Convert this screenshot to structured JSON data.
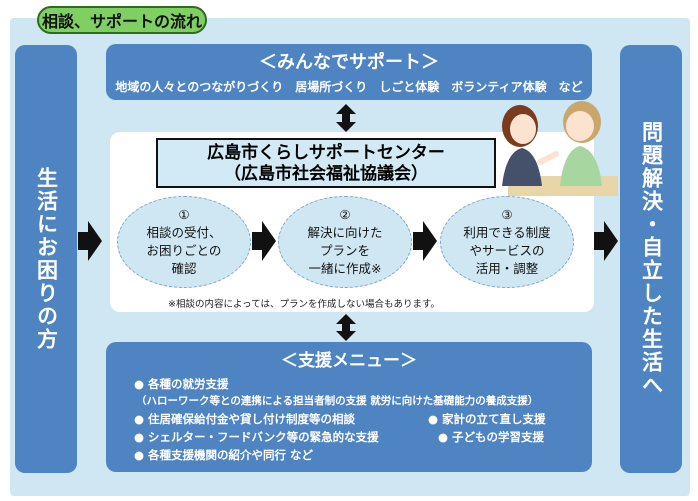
{
  "title_tag": "相談、サポートの流れ",
  "left_label": "生活にお困りの方",
  "right_label": "問題解決・自立した生活へ",
  "top_box": {
    "heading": "＜みんなでサポート＞",
    "sub": "地域の人々とのつながりづくり　居場所づくり　しごと体験　ボランティア体験　など"
  },
  "center": {
    "org_line1": "広島市くらしサポートセンター",
    "org_line2": "（広島市社会福祉協議会）",
    "steps": [
      {
        "num": "①",
        "l1": "相談の受付、",
        "l2": "お困りごとの",
        "l3": "確認"
      },
      {
        "num": "②",
        "l1": "解決に向けた",
        "l2": "プランを",
        "l3": "一緒に作成※"
      },
      {
        "num": "③",
        "l1": "利用できる制度",
        "l2": "やサービスの",
        "l3": "活用・調整"
      }
    ],
    "note": "※相談の内容によっては、プランを作成しない場合もあります。"
  },
  "bottom_box": {
    "heading": "＜支援メニュー＞",
    "items": [
      "● 各種の就労支援",
      "（ハローワーク等との連携による担当者制の支援 就労に向けた基礎能力の養成支援）",
      "● 住居確保給付金や貸し付け制度等の相談",
      "● 家計の立て直し支援",
      "● シェルター・フードバンク等の緊急的な支援",
      "● 子どもの学習支援",
      "● 各種支援機関の紹介や同行 など"
    ]
  }
}
